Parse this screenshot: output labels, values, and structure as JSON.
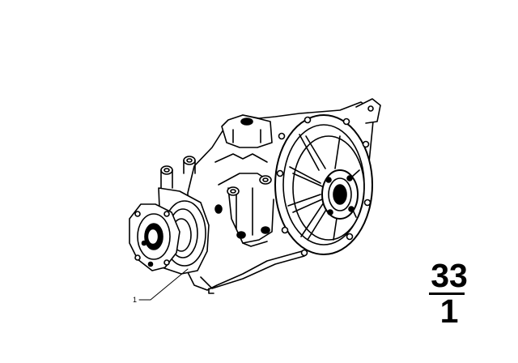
{
  "diagram": {
    "callouts": [
      {
        "number": "1"
      }
    ],
    "group_label": {
      "top": "33",
      "bottom": "1"
    }
  }
}
